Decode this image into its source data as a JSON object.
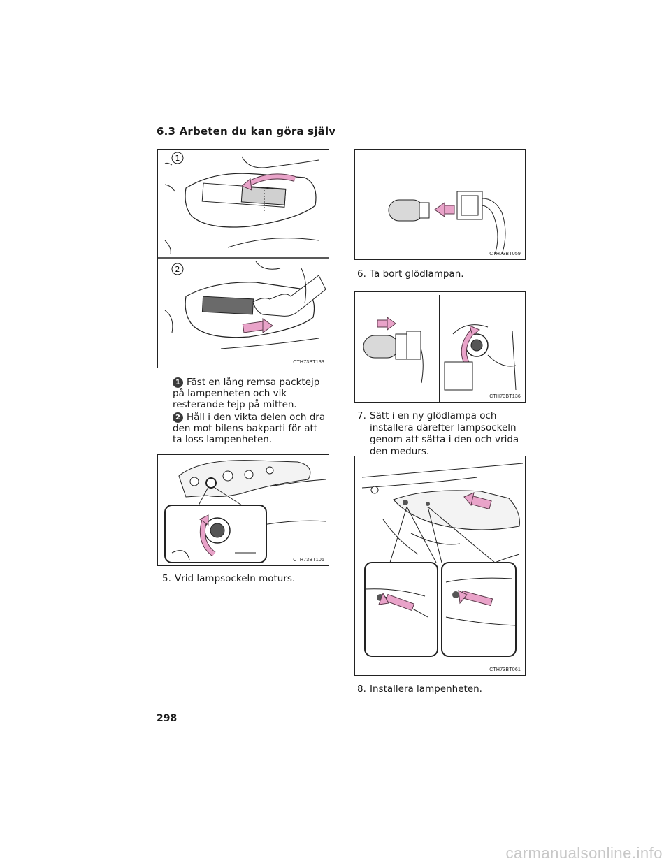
{
  "header": {
    "title": "6.3 Arbeten du kan göra själv"
  },
  "figures": {
    "f133": {
      "code": "CTH73BT133",
      "panel1": "1",
      "panel2": "2"
    },
    "f059": {
      "code": "CTH73BT059"
    },
    "f136": {
      "code": "CTH73BT136"
    },
    "f106": {
      "code": "CTH73BT106"
    },
    "f061": {
      "code": "CTH73BT061"
    }
  },
  "substeps": [
    {
      "num": "1",
      "text": "Fäst en lång remsa packtejp på lampenheten och vik resterande tejp på mitten."
    },
    {
      "num": "2",
      "text": "Håll i den vikta delen och dra den mot bilens bakparti för att ta loss lampenheten."
    }
  ],
  "steps": [
    {
      "num": "5.",
      "text": "Vrid lampsockeln moturs."
    },
    {
      "num": "6.",
      "text": "Ta bort glödlampan."
    },
    {
      "num": "7.",
      "text": "Sätt i en ny glödlampa och installera därefter lampsockeln genom att sätta i den och vrida den medurs."
    },
    {
      "num": "8.",
      "text": "Installera lampenheten."
    }
  ],
  "page_number": "298",
  "watermark": "carmanualsonline.info",
  "colors": {
    "arrow": "#e9a3c9",
    "arrow_stroke": "#5a3a4a",
    "ink": "#222222",
    "shade": "#555555"
  }
}
